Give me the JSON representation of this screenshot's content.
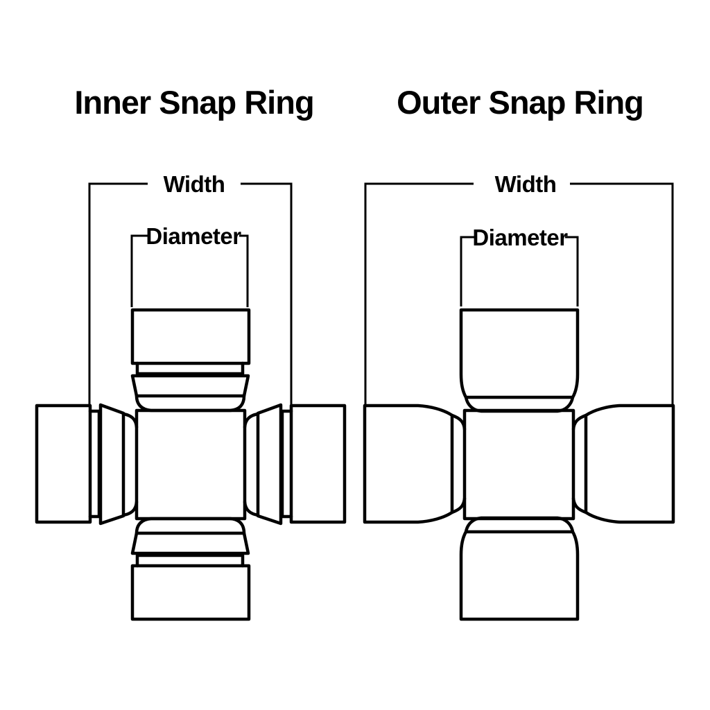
{
  "page": {
    "background_color": "#ffffff",
    "line_color": "#000000"
  },
  "diagrams": [
    {
      "id": "inner-snap-ring",
      "title": "Inner Snap Ring",
      "width_label": "Width",
      "diameter_label": "Diameter"
    },
    {
      "id": "outer-snap-ring",
      "title": "Outer Snap Ring",
      "width_label": "Width",
      "diameter_label": "Diameter"
    }
  ]
}
